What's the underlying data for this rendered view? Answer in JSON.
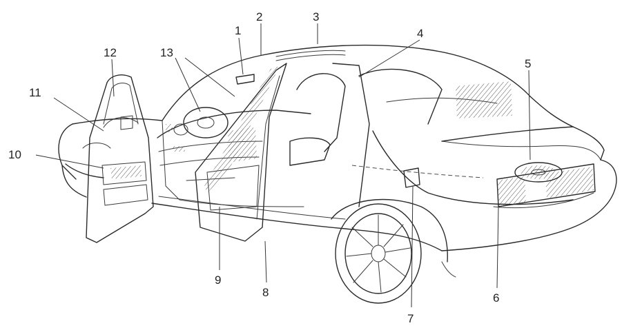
{
  "callouts": [
    {
      "id": "c1",
      "label": "1"
    },
    {
      "id": "c2",
      "label": "2"
    },
    {
      "id": "c3",
      "label": "3"
    },
    {
      "id": "c4",
      "label": "4"
    },
    {
      "id": "c5",
      "label": "5"
    },
    {
      "id": "c6",
      "label": "6"
    },
    {
      "id": "c7",
      "label": "7"
    },
    {
      "id": "c8",
      "label": "8"
    },
    {
      "id": "c9",
      "label": "9"
    },
    {
      "id": "c10",
      "label": "10"
    },
    {
      "id": "c11",
      "label": "11"
    },
    {
      "id": "c12",
      "label": "12"
    },
    {
      "id": "c13",
      "label": "13"
    }
  ],
  "colors": {
    "line": "#2a2a2a",
    "background": "#ffffff",
    "text": "#222222"
  }
}
